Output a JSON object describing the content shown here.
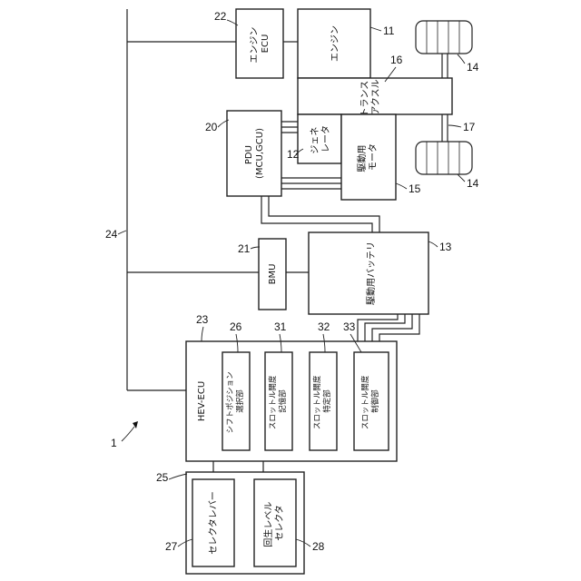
{
  "figure_number": "1",
  "ref_numerals": {
    "engine": "11",
    "generator": "12",
    "battery": "13",
    "wheel_top": "14",
    "wheel_bottom": "14",
    "motor": "15",
    "transaxle": "16",
    "drive_shaft": "17",
    "pdu": "20",
    "bmu": "21",
    "engine_ecu": "22",
    "hev_ecu": "23",
    "bus": "24",
    "selector_unit": "25",
    "shift_position": "26",
    "selector_lever": "27",
    "regen_selector": "28",
    "throttle_memory": "31",
    "throttle_identify": "32",
    "throttle_control": "33"
  },
  "labels": {
    "engine_ecu": [
      "エンジン",
      "ECU"
    ],
    "engine": [
      "エンジン"
    ],
    "transaxle": [
      "トランス",
      "アクスル"
    ],
    "pdu": [
      "PDU",
      "(MCU,GCU)"
    ],
    "generator": [
      "ジェネ",
      "レータ"
    ],
    "motor": [
      "駆動用",
      "モータ"
    ],
    "bmu": [
      "BMU"
    ],
    "battery": [
      "駆動用バッテリ"
    ],
    "hev_ecu": [
      "HEV-ECU"
    ],
    "shift_position": [
      "シフトポジション",
      "選択部"
    ],
    "throttle_memory": [
      "スロットル開度",
      "記憶部"
    ],
    "throttle_identify": [
      "スロットル開度",
      "特定部"
    ],
    "throttle_control": [
      "スロットル開度",
      "制御部"
    ],
    "selector_lever": [
      "セレクタレバー"
    ],
    "regen_selector": [
      "回生レベル",
      "セレクタ"
    ]
  }
}
